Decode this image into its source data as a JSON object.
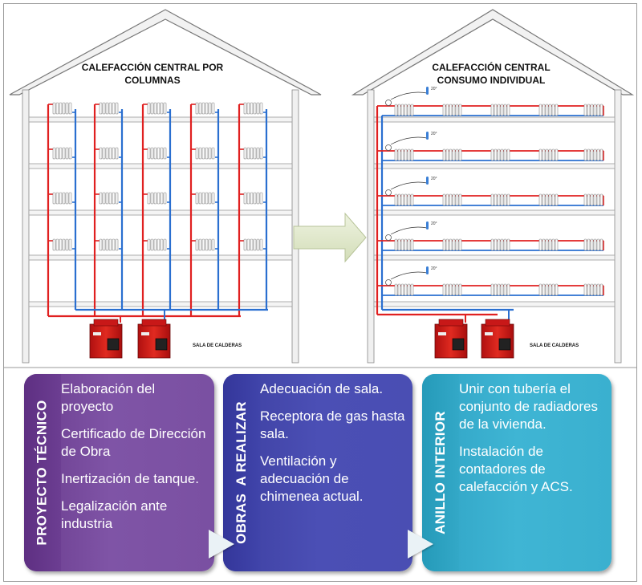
{
  "left_house": {
    "title_line1": "CALEFACCIÓN CENTRAL POR",
    "title_line2": "COLUMNAS",
    "boiler_room_label": "SALA DE CALDERAS"
  },
  "right_house": {
    "title_line1": "CALEFACCIÓN CENTRAL",
    "title_line2": "CONSUMO INDIVIDUAL",
    "boiler_room_label": "SALA DE CALDERAS",
    "thermostat_label": "20°"
  },
  "colors": {
    "hot_pipe": "#e02020",
    "cold_pipe": "#2a6fd0",
    "boiler": "#d62020",
    "arrow_fill": "#e4ecd2"
  },
  "steps": [
    {
      "title": "PROYECTO TÉCNICO",
      "items": [
        "Elaboración del proyecto",
        "Certificado de Dirección de Obra",
        "Inertización de tanque.",
        "Legalización ante industria"
      ]
    },
    {
      "title": "OBRAS  A REALIZAR",
      "items": [
        "Adecuación de sala.",
        "Receptora de gas hasta sala.",
        "Ventilación y adecuación de chimenea actual."
      ]
    },
    {
      "title": "ANILLO INTERIOR",
      "items": [
        "Unir con tubería el conjunto de radiadores de la vivienda.",
        "Instalación de contadores de calefacción y ACS."
      ]
    }
  ]
}
